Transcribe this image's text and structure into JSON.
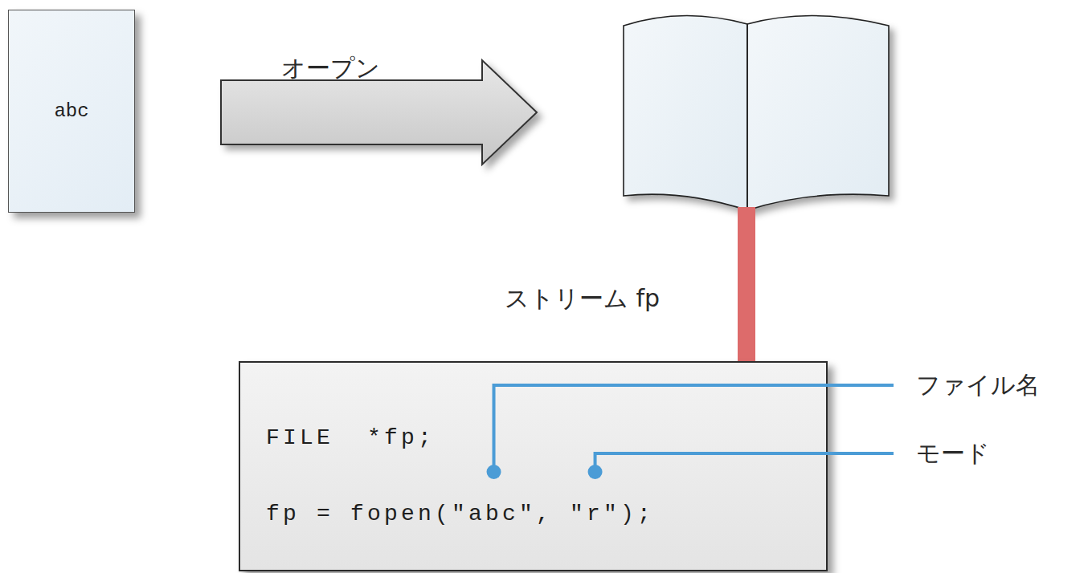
{
  "diagram": {
    "nodes": [
      {
        "text": [
          "abc"
        ]
      },
      {
        "text": [
          "FILE  *fp;",
          "fp = fopen(\"abc\", \"r\");"
        ]
      }
    ],
    "labels": [
      "オープン",
      "ストリーム fp",
      "ファイル名",
      "モード"
    ]
  }
}
